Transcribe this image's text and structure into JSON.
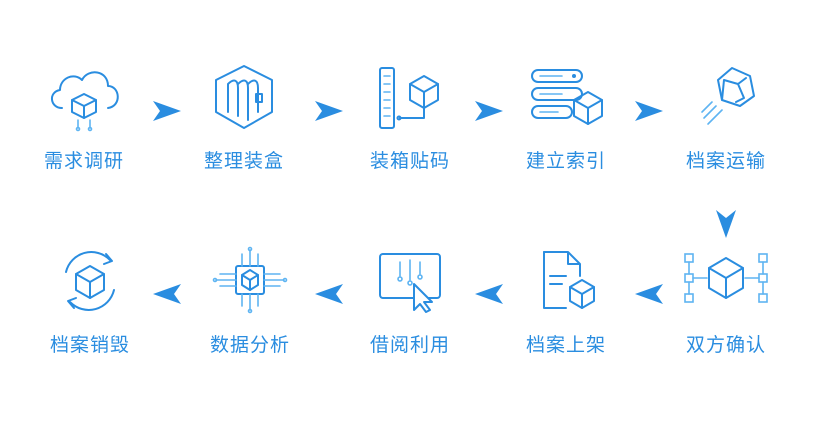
{
  "colors": {
    "primary": "#2a8de0",
    "light": "#5eb4f2",
    "arrow": "#2a8de0"
  },
  "steps": [
    {
      "label": "需求调研",
      "icon": "cloud-cube-icon"
    },
    {
      "label": "整理装盒",
      "icon": "file-box-icon"
    },
    {
      "label": "装箱贴码",
      "icon": "label-cube-icon"
    },
    {
      "label": "建立索引",
      "icon": "server-stack-cube-icon"
    },
    {
      "label": "档案运输",
      "icon": "moving-cube-icon"
    },
    {
      "label": "双方确认",
      "icon": "connected-cube-icon"
    },
    {
      "label": "档案上架",
      "icon": "document-cube-icon"
    },
    {
      "label": "借阅利用",
      "icon": "screen-cursor-icon"
    },
    {
      "label": "数据分析",
      "icon": "chip-network-icon"
    },
    {
      "label": "档案销毁",
      "icon": "recycle-cube-icon"
    }
  ]
}
